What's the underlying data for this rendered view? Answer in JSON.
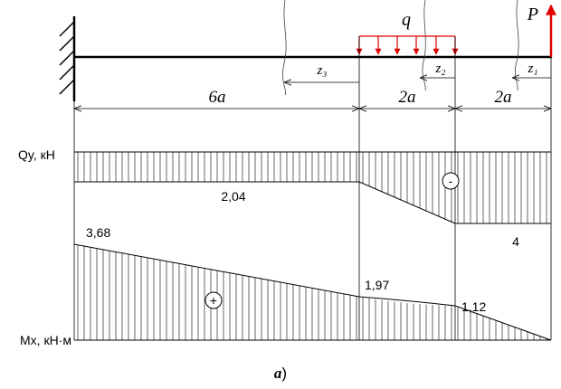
{
  "beam": {
    "load_label_P": "P",
    "load_label_q": "q",
    "coords": [
      "z₃",
      "z₂",
      "z₁"
    ],
    "spans": [
      "6a",
      "2a",
      "2a"
    ],
    "colors": {
      "load": "#e00000",
      "line": "#000000"
    }
  },
  "diagrams": {
    "shear": {
      "axis_label": "Qy, кН",
      "sign": "-",
      "values": [
        "2,04",
        "4"
      ]
    },
    "moment": {
      "axis_label": "Mx, кН·м",
      "sign": "+",
      "values": [
        "3,68",
        "1,97",
        "1,12"
      ]
    }
  },
  "caption": {
    "letter": "a",
    "paren": ")"
  }
}
